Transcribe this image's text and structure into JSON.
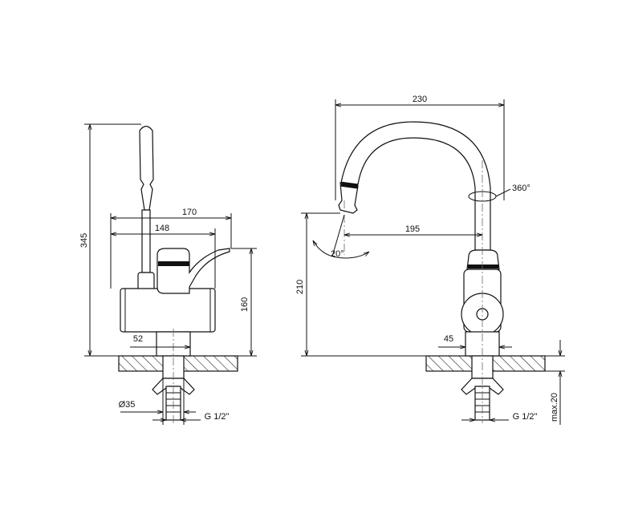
{
  "dimensions": {
    "overall_height": "345",
    "body_width": "170",
    "spout_length": "148",
    "body_height": "160",
    "base_width": "52",
    "base_diameter": "Ø35",
    "thread_left": "G 1/2\"",
    "reach_width": "230",
    "rotation": "360°",
    "spout_reach": "195",
    "spout_angle": "20°",
    "outlet_height": "210",
    "shank_width": "45",
    "thread_right": "G 1/2\"",
    "max_thickness": "max.20"
  },
  "colors": {
    "line": "#111111",
    "centerline": "#666666"
  }
}
